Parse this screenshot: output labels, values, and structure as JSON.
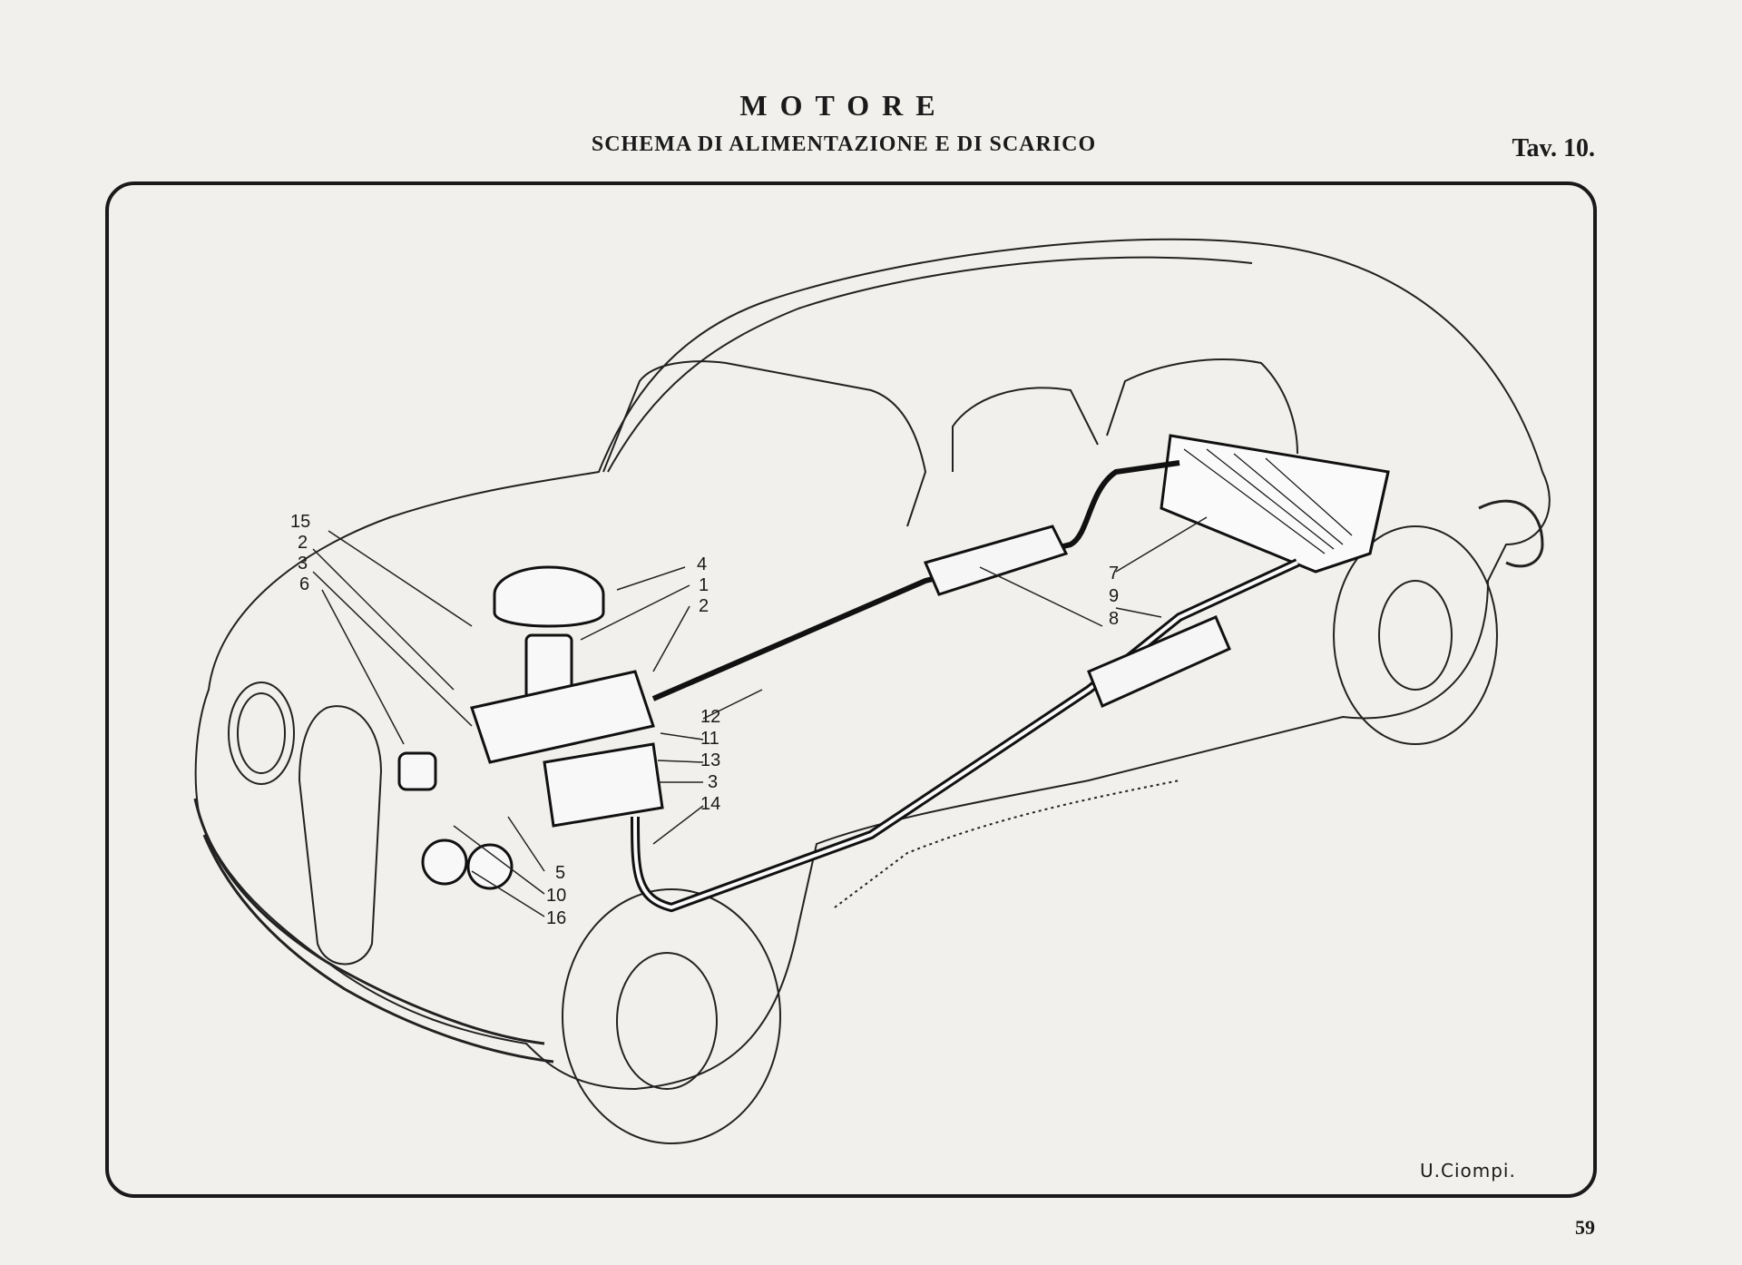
{
  "header": {
    "title": "MOTORE",
    "subtitle": "SCHEMA DI ALIMENTAZIONE E DI SCARICO",
    "plate": "Tav. 10."
  },
  "footer": {
    "page_number": "59"
  },
  "signature": "U.Ciompi.",
  "callouts": {
    "left_stack": [
      "15",
      "2",
      "3",
      "6"
    ],
    "right_top": [
      "4",
      "1",
      "2"
    ],
    "rear": [
      "7",
      "9",
      "8"
    ],
    "mid": [
      "12",
      "11",
      "13",
      "3",
      "14"
    ],
    "bottom": [
      "5",
      "10",
      "16"
    ]
  }
}
